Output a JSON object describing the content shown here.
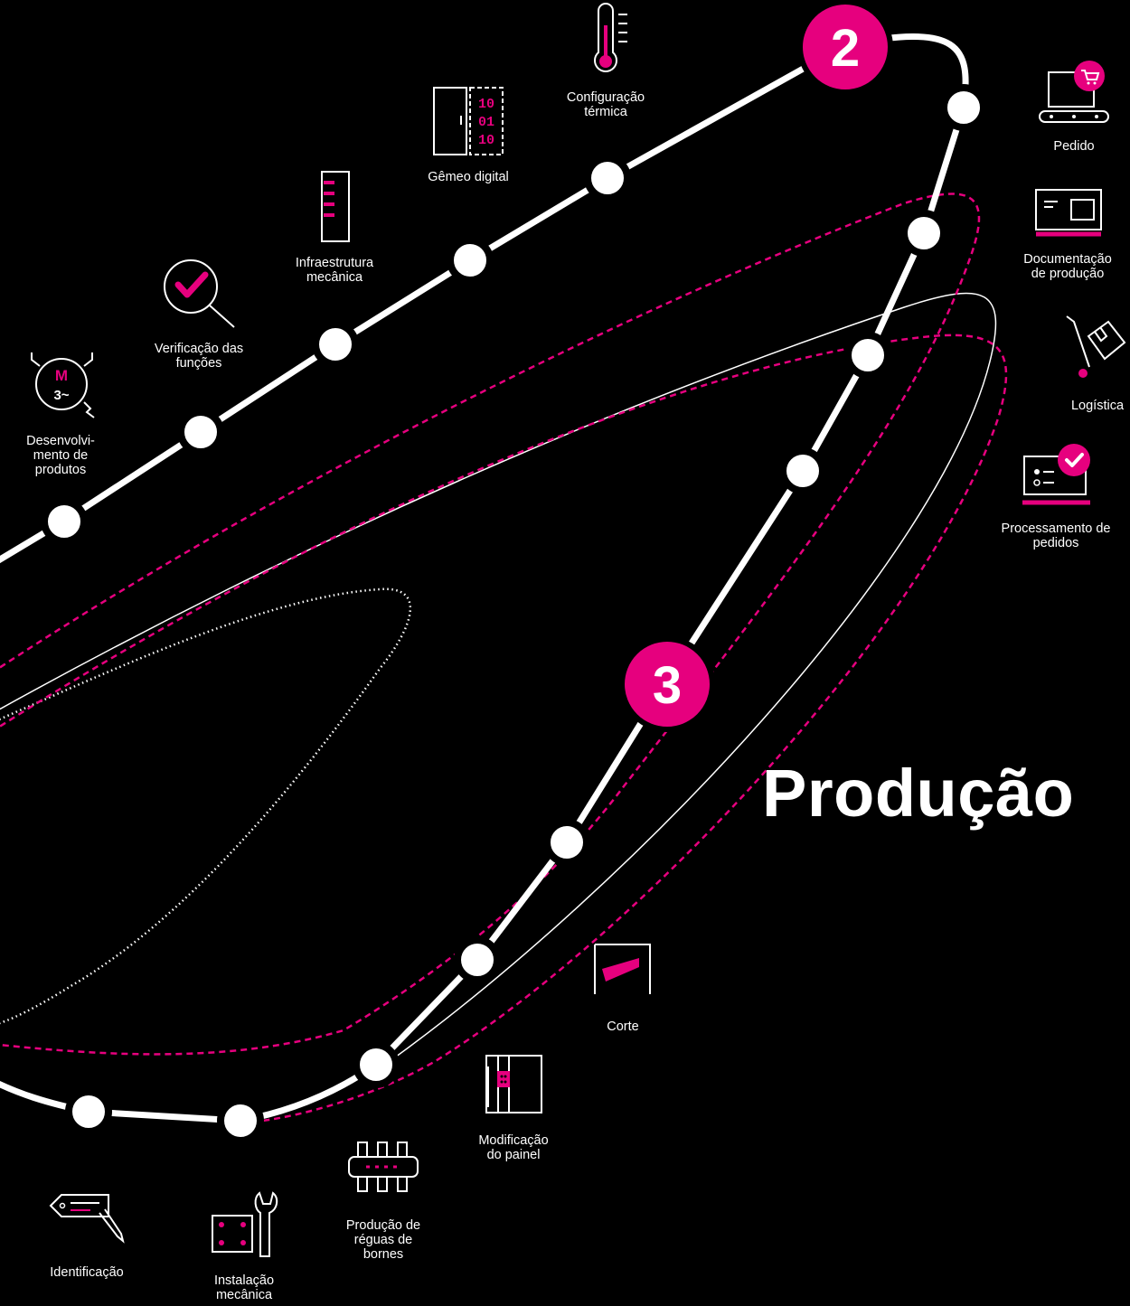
{
  "title": "Produção",
  "accent_color": "#e6007e",
  "markers": {
    "stage2": "2",
    "stage3": "3"
  },
  "labels": {
    "configuracao_termica": "Configuração\ntérmica",
    "gemeo_digital": "Gêmeo digital",
    "infraestrutura_mecanica": "Infraestrutura\nmecânica",
    "verificacao_funcoes": "Verificação das\nfunções",
    "desenvolvimento_produtos": "Desenvolvi-\nmento de\nprodutos",
    "pedido": "Pedido",
    "documentacao_producao": "Documentação\nde produção",
    "logistica": "Logística",
    "processamento_pedidos": "Processamento de\npedidos",
    "corte": "Corte",
    "modificacao_painel": "Modificação\ndo painel",
    "producao_reguas": "Produção de\nréguas de\nbornes",
    "identificacao": "Identificação",
    "instalacao_mecanica": "Instalação\nmecânica"
  },
  "icons": {
    "thermometer": "thermometer-icon",
    "digital_twin": "digital-twin-icon",
    "mechanical_infrastructure": "rack-icon",
    "function_check": "magnifier-check-icon",
    "product_development": "motor-icon",
    "order": "laptop-cart-icon",
    "production_documentation": "monitor-document-icon",
    "logistics": "handtruck-box-icon",
    "order_processing": "screen-check-icon",
    "cutting": "cutting-icon",
    "panel_modification": "cabinet-icon",
    "terminal_strip": "terminal-strip-icon",
    "identification": "tag-icon",
    "mechanical_installation": "panel-wrench-icon"
  }
}
